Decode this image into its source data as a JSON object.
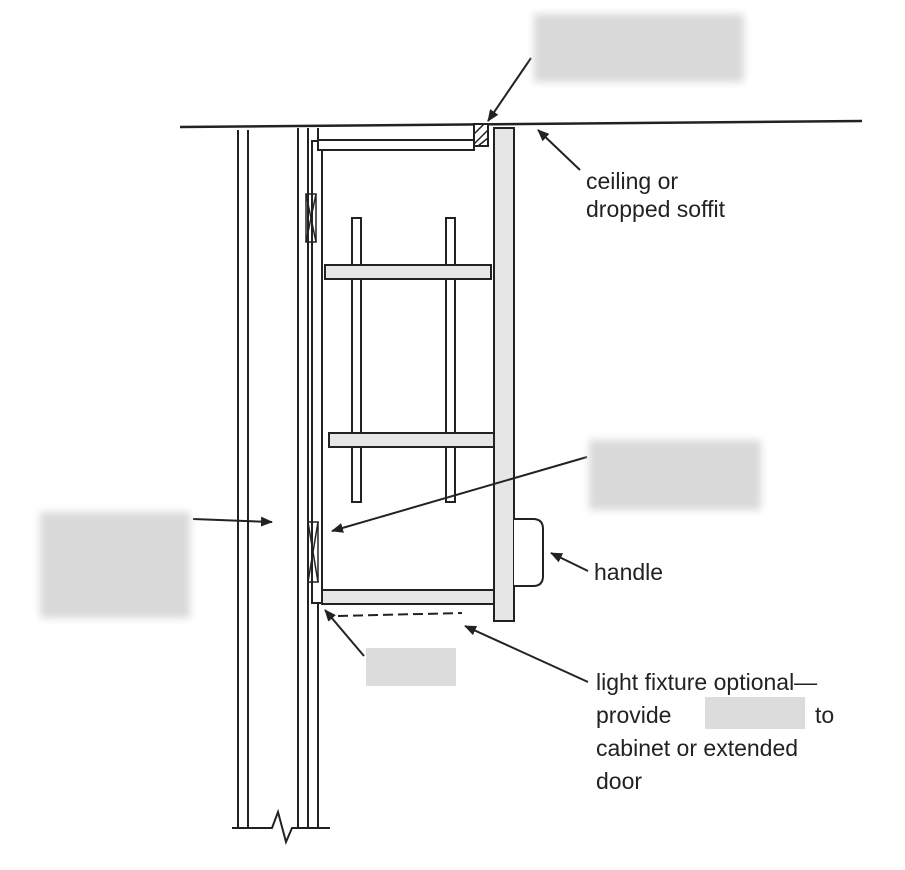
{
  "labels": {
    "ceiling": [
      "ceiling or",
      "dropped soffit"
    ],
    "handle": "handle",
    "light_fixture": {
      "line1": "light fixture optional—",
      "line2_before": "provide",
      "line2_after": "to",
      "line3": "cabinet or extended",
      "line4": "door"
    }
  },
  "colors": {
    "line": "#222222",
    "panel_fill": "#e6e6e6",
    "redaction": "#d9d9d9"
  }
}
